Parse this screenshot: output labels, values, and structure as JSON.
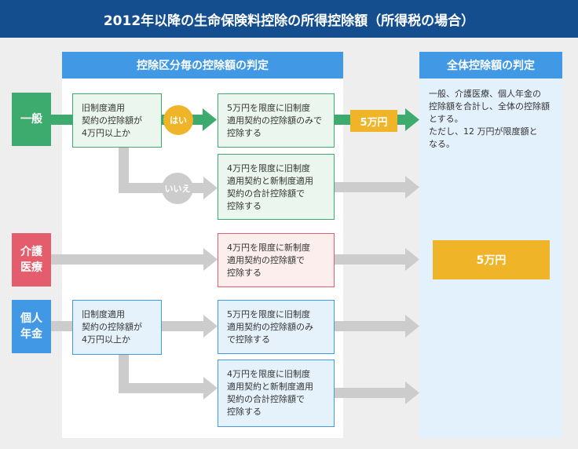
{
  "title": "2012年以降の生命保険料控除の所得控除額（所得税の場合）",
  "headers": {
    "left": "控除区分毎の控除額の判定",
    "right": "全体控除額の判定"
  },
  "categories": {
    "general": "一般",
    "care": "介護\n医療",
    "pension": "個人\n年金"
  },
  "boxes": {
    "general_question": "旧制度適用\n契約の控除額が\n4万円以上か",
    "general_yes_result": "5万円を限度に旧制度\n適用契約の控除額のみで\n控除する",
    "general_no_result": "4万円を限度に旧制度\n適用契約と新制度適用\n契約の合計控除額で\n控除する",
    "care_result": "4万円を限度に新制度\n適用契約の控除額で\n控除する",
    "pension_question": "旧制度適用\n契約の控除額が\n4万円以上か",
    "pension_yes_result": "5万円を限度に旧制度\n適用契約の控除額のみ\nで控除する",
    "pension_no_result": "4万円を限度に旧制度\n適用契約と新制度適用\n契約の合計控除額で\n控除する"
  },
  "labels": {
    "yes": "はい",
    "no": "いいえ",
    "amount_general": "5万円",
    "amount_total": "5万円"
  },
  "note": "一般、介護医療、個人年金の\n控除額を合計し、全体の控除額\nとする。\nただし、12 万円が限度額と\nなる。",
  "colors": {
    "title_bg": "#144e8f",
    "header_bg": "#4199e6",
    "general": "#3daa6e",
    "care": "#e45d6c",
    "pension": "#4199e6",
    "amount": "#efb428",
    "arrow_gray": "#cccccc"
  }
}
